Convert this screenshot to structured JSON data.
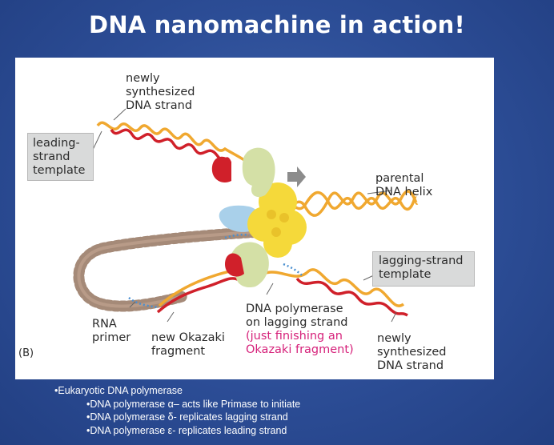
{
  "title": "DNA nanomachine in action!",
  "figure": {
    "panel_label": "(B)",
    "labels": {
      "new_strand_top": "newly\nsynthesized\nDNA strand",
      "leading_template": "leading-\nstrand\ntemplate",
      "parental_helix": "parental\nDNA helix",
      "lagging_template": "lagging-strand\ntemplate",
      "rna_primer": "RNA\nprimer",
      "okazaki": "new Okazaki\nfragment",
      "polymerase": "DNA polymerase\non lagging strand",
      "polymerase_note": "(just finishing an\nOkazaki fragment)",
      "new_strand_bottom": "newly\nsynthesized\nDNA strand"
    }
  },
  "bullets": {
    "main": "•Eukaryotic DNA polymerase",
    "items": [
      "•DNA polymerase α– acts like Primase to initiate",
      "•DNA polymerase δ- replicates lagging strand",
      "•DNA polymerase ε- replicates leading strand"
    ]
  },
  "colors": {
    "background": "#2c4d96",
    "orange_strand": "#f0a830",
    "red_strand": "#d0202a",
    "helicase_yellow": "#f5d93a",
    "polymerase_green": "#d4e0a6",
    "clamp_blue": "#a9d0ea",
    "loop_brown": "#a58a78",
    "primer_blue": "#4a8fd0"
  }
}
